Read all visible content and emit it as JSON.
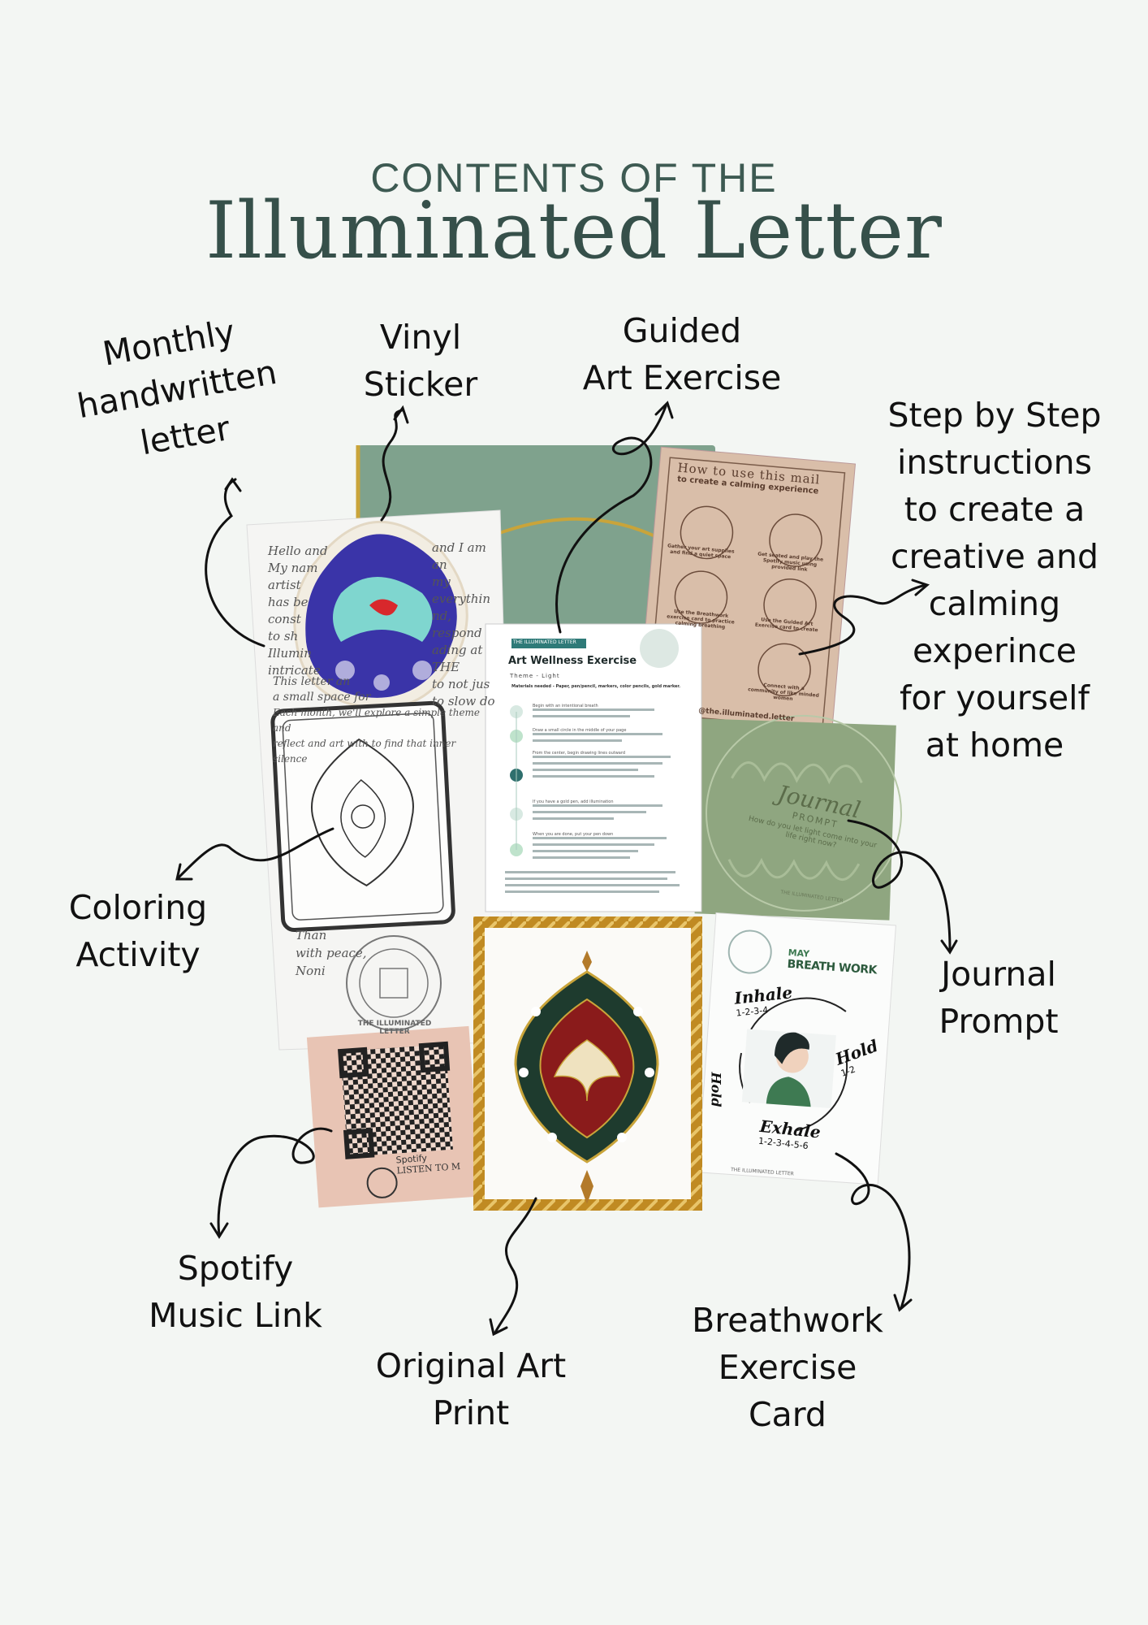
{
  "header": {
    "subtitle": "CONTENTS OF THE",
    "title": "Illuminated Letter"
  },
  "labels": {
    "monthly_letter": "Monthly\nhandwritten\nletter",
    "vinyl_sticker": "Vinyl\nSticker",
    "guided_art": "Guided\nArt Exercise",
    "step_by_step": "Step by Step\ninstructions\nto create a\ncreative and\ncalming\nexperince\nfor yourself\nat home",
    "coloring": "Coloring\nActivity",
    "journal": "Journal\nPrompt",
    "spotify": "Spotify\nMusic Link",
    "original_art": "Original Art\nPrint",
    "breathwork": "Breathwork\nExercise\nCard"
  },
  "letter": {
    "lines": [
      "Hello and",
      "My nam",
      "artist",
      "has be",
      "const",
      "to sh",
      "Illumin",
      "intricate",
      "This letter an",
      "a small space for",
      "Each month, we'll explore a simple theme and",
      "reflect and art with to find that inner silence",
      "Than",
      "with peace,",
      "Noni"
    ],
    "right_lines": [
      "and I am an",
      "my everythin",
      "nd, respond",
      "ading at",
      "THE",
      "to not jus",
      "to slow do"
    ]
  },
  "stamp_text": "THE ILLUMINATED LETTER",
  "how_to_card": {
    "title": "How to use this mail",
    "subtitle": "to create a calming experience",
    "steps": [
      "Gather your art supplies and find a quiet space",
      "Get seated and play the Spotify music using provided link",
      "Use the Breathwork exercise card to practice calming breathing",
      "Use the Guided Art Exercise card to create",
      "Connect with a community of like minded women"
    ],
    "handle": "@the.illuminated.letter"
  },
  "exercise_card": {
    "banner": "THE ILLUMINATED LETTER",
    "title": "Art Wellness Exercise",
    "theme": "Theme - Light",
    "materials": "Materials needed - Paper, pen/pencil, markers, color pencils, gold marker.",
    "steps": [
      "Begin with an intentional breath",
      "Draw a small circle in the middle of your page",
      "From the center, begin drawing lines outward",
      "If you have a gold pen, add illumination",
      "When you are done, put your pen down"
    ]
  },
  "journal_card": {
    "title": "Journal",
    "subtitle": "PROMPT",
    "question": "How do you let light come into your life right now?",
    "footer": "THE ILLUMINATED LETTER"
  },
  "breath_card": {
    "month": "MAY",
    "title": "BREATH WORK",
    "inhale": "Inhale",
    "inhale_count": "1-2-3-4",
    "hold": "Hold",
    "hold_count": "1-2",
    "hold_left": "Hold",
    "exhale": "Exhale",
    "exhale_count": "1-2-3-4-5-6",
    "footer": "THE ILLUMINATED LETTER"
  },
  "spotify_card": {
    "brand": "Spotify",
    "cta": "LISTEN TO M"
  },
  "colors": {
    "title": "#36504a",
    "envelope": "#7fa28d",
    "gold": "#c9a43a",
    "journal_bg": "#8fa680",
    "kraft": "#d6bba6",
    "pink": "#e8c4b4"
  }
}
